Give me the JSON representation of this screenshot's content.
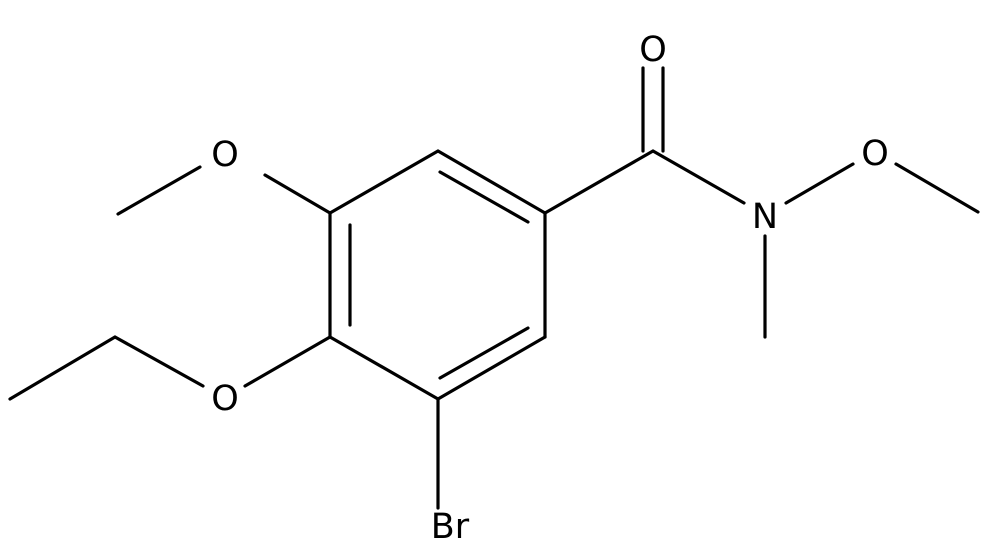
{
  "atoms": {
    "carbonyl_oxygen": "O",
    "amide_nitrogen": "N",
    "n_methoxy_oxygen": "O",
    "ring_methoxy_oxygen": "O",
    "ethoxy_oxygen": "O",
    "bromine": "Br"
  },
  "colors": {
    "bond": "#000000",
    "label": "#000000",
    "background": "#ffffff"
  }
}
